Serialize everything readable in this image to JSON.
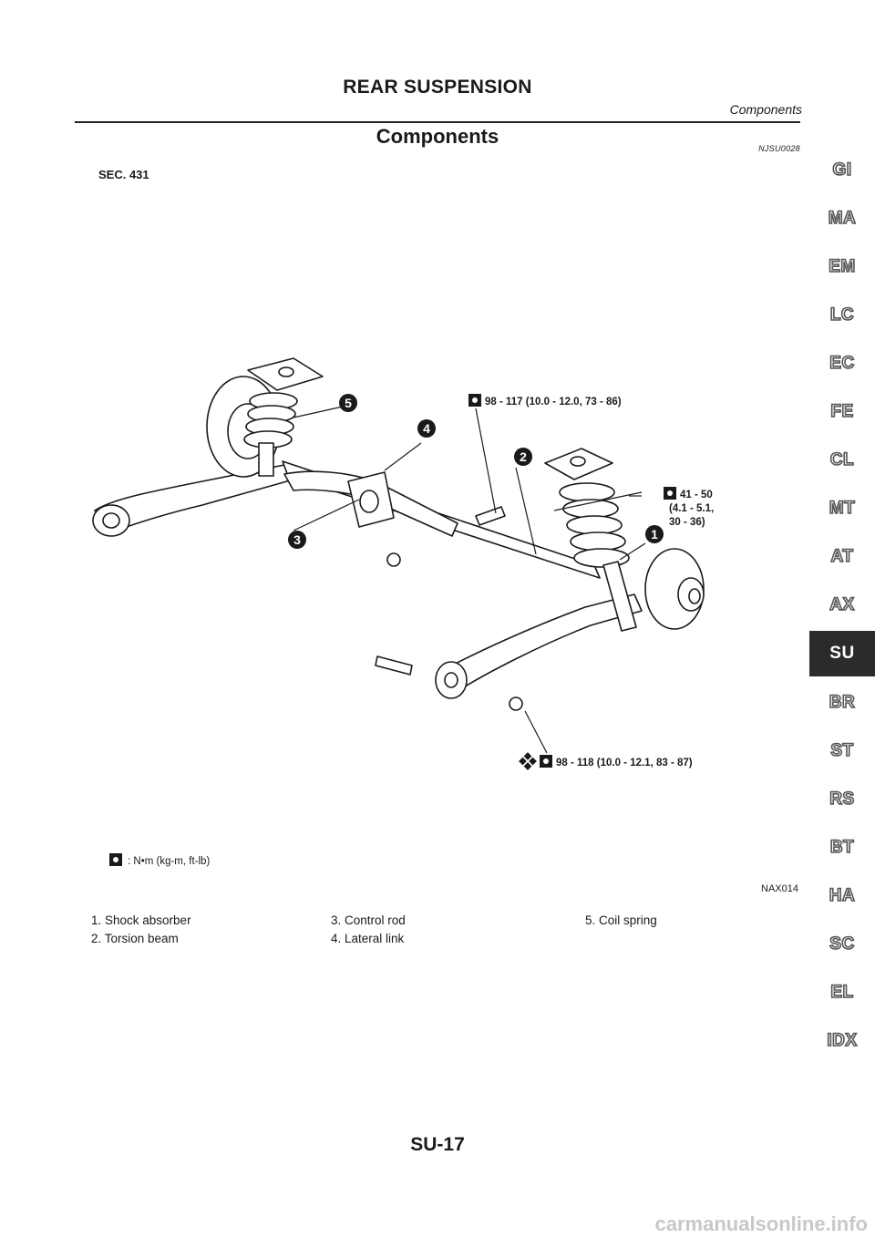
{
  "header": {
    "title": "REAR SUSPENSION",
    "subtitle": "Components"
  },
  "section": {
    "title": "Components",
    "code": "NJSU0028"
  },
  "diagram": {
    "sec_label": "SEC. 431",
    "callouts": [
      "1",
      "2",
      "3",
      "4",
      "5"
    ],
    "torque_1": "98 - 117 (10.0 - 12.0, 73 - 86)",
    "torque_2_line1": "41 - 50",
    "torque_2_line2": "(4.1 - 5.1,",
    "torque_2_line3": "30 - 36)",
    "torque_3": "98 - 118 (10.0 - 12.1, 83 - 87)",
    "unit_legend": ": N•m (kg-m, ft-lb)",
    "figure_code": "NAX014"
  },
  "legend": {
    "col1": [
      "1. Shock absorber",
      "2. Torsion beam"
    ],
    "col2": [
      "3. Control rod",
      "4. Lateral link"
    ],
    "col3": [
      "5. Coil spring"
    ]
  },
  "side_tabs": {
    "items": [
      "GI",
      "MA",
      "EM",
      "LC",
      "EC",
      "FE",
      "CL",
      "MT",
      "AT",
      "AX",
      "SU",
      "BR",
      "ST",
      "RS",
      "BT",
      "HA",
      "SC",
      "EL",
      "IDX"
    ],
    "active": "SU"
  },
  "page_number": "SU-17",
  "footer": {
    "watermark": "carmanualsonline.info"
  }
}
